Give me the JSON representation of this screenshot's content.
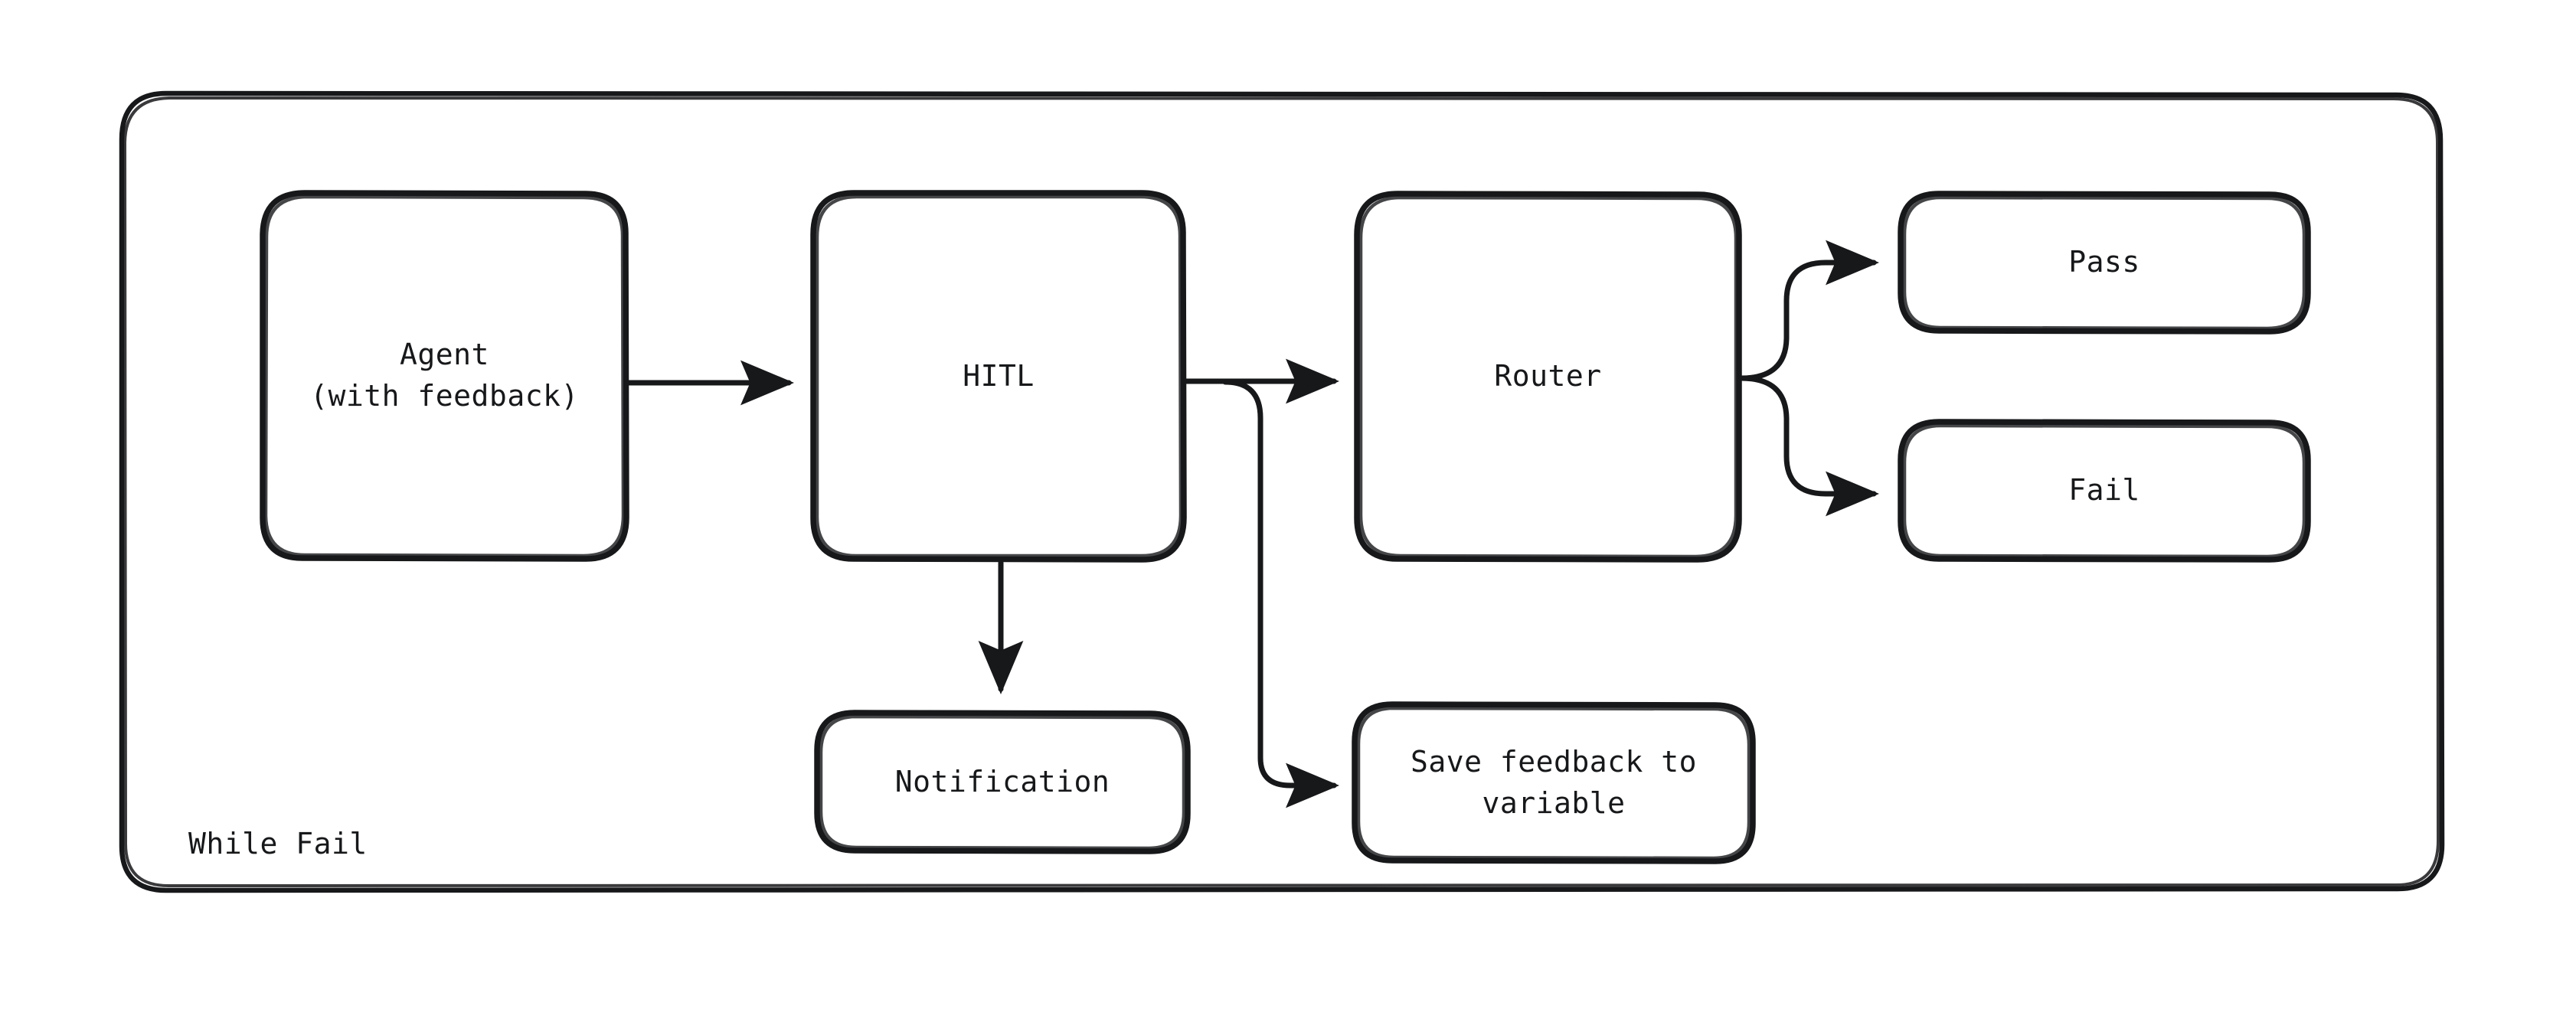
{
  "diagram": {
    "type": "flowchart",
    "direction": "left-to-right",
    "background_color": "#ffffff",
    "stroke_color": "#17181a",
    "text_color": "#17181a",
    "style": "hand-drawn-rough",
    "subgraph": {
      "label": "While Fail"
    },
    "nodes": [
      {
        "id": "agent",
        "label": "Agent\n(with feedback)",
        "shape": "rounded-rect"
      },
      {
        "id": "hitl",
        "label": "HITL",
        "shape": "rounded-rect"
      },
      {
        "id": "router",
        "label": "Router",
        "shape": "rounded-rect"
      },
      {
        "id": "pass",
        "label": "Pass",
        "shape": "rounded-rect"
      },
      {
        "id": "fail",
        "label": "Fail",
        "shape": "rounded-rect"
      },
      {
        "id": "notification",
        "label": "Notification",
        "shape": "rounded-rect"
      },
      {
        "id": "save-feedback",
        "label": "Save feedback to\nvariable",
        "shape": "rounded-rect"
      }
    ],
    "edges": [
      {
        "from": "agent",
        "to": "hitl",
        "label": "",
        "arrow": "filled"
      },
      {
        "from": "hitl",
        "to": "router",
        "label": "",
        "arrow": "filled"
      },
      {
        "from": "hitl",
        "to": "notification",
        "label": "",
        "arrow": "filled"
      },
      {
        "from": "hitl",
        "to": "save-feedback",
        "label": "",
        "arrow": "filled"
      },
      {
        "from": "router",
        "to": "pass",
        "label": "",
        "arrow": "filled"
      },
      {
        "from": "router",
        "to": "fail",
        "label": "",
        "arrow": "filled"
      }
    ]
  }
}
